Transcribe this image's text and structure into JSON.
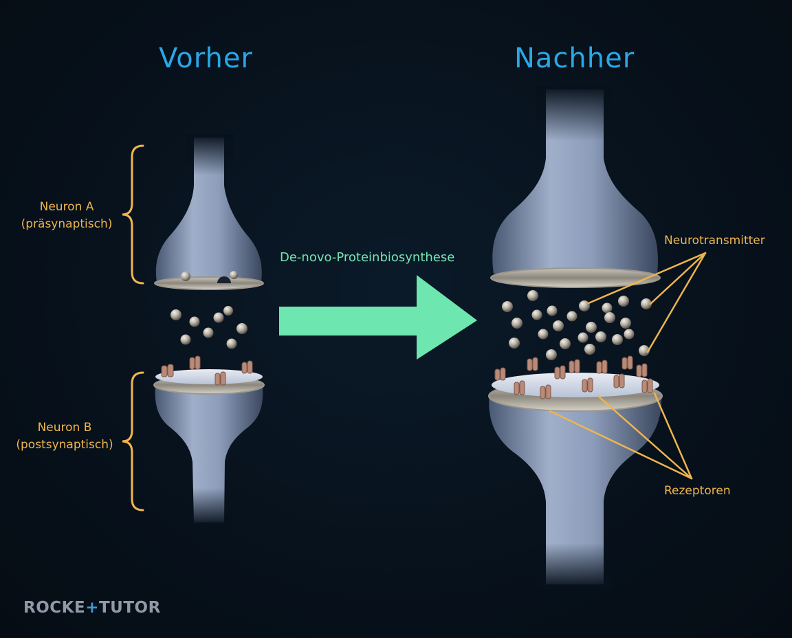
{
  "titles": {
    "before": "Vorher",
    "after": "Nachher"
  },
  "labels": {
    "neuron_a_name": "Neuron A",
    "neuron_a_type": "(präsynaptisch)",
    "neuron_b_name": "Neuron B",
    "neuron_b_type": "(postsynaptisch)",
    "process": "De-novo-Proteinbiosynthese",
    "neurotransmitter": "Neurotransmitter",
    "receptors": "Rezeptoren"
  },
  "brand": {
    "part1": "ROCKE",
    "plus": "+",
    "part2": "TUTOR"
  },
  "colors": {
    "title": "#2aa7e6",
    "label": "#efb54e",
    "arrow": "#6ee6b0",
    "neuron": "#8e9fbd",
    "background": "#07111c"
  }
}
